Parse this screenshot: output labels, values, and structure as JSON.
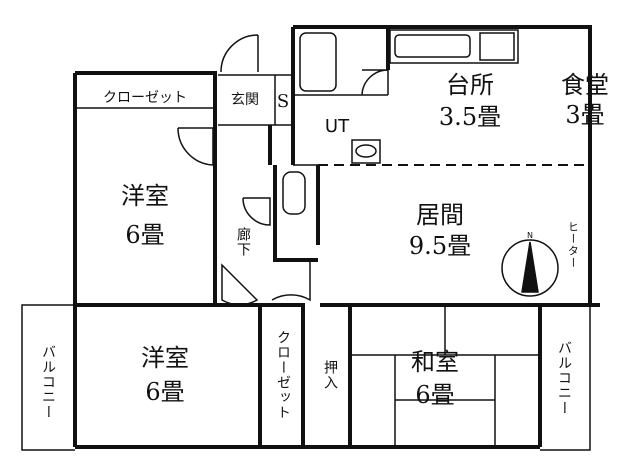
{
  "rooms": {
    "closet_top": "クローゼット",
    "entrance": "玄関",
    "shoe_storage": "S",
    "utility": "UT",
    "kitchen": {
      "name": "台所",
      "size": "3.5畳"
    },
    "dining": {
      "name": "食堂",
      "size": "3畳"
    },
    "western_room_1": {
      "name": "洋室",
      "size": "6畳"
    },
    "hallway": "廊下",
    "living": {
      "name": "居間",
      "size": "9.5畳"
    },
    "heater": "ヒーター",
    "balcony_left": "バルコニー",
    "western_room_2": {
      "name": "洋室",
      "size": "6畳"
    },
    "closet_bottom": "クローゼット",
    "oshiire": "押入",
    "japanese_room": {
      "name": "和室",
      "size": "6畳"
    },
    "balcony_right": "バルコニー"
  },
  "compass": {
    "label": "N"
  },
  "colors": {
    "wall": "#111111",
    "background": "#ffffff"
  }
}
